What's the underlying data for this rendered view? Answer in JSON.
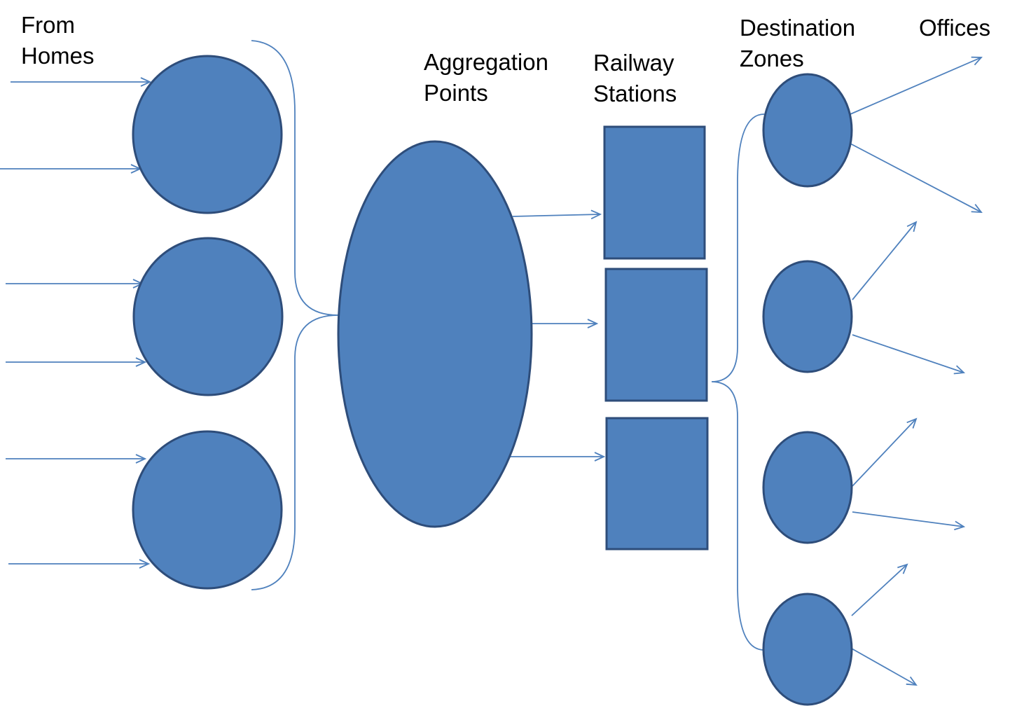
{
  "labels": {
    "from_homes_line1": "From",
    "from_homes_line2": "Homes",
    "aggregation_line1": "Aggregation",
    "aggregation_line2": "Points",
    "railway_line1": "Railway",
    "railway_line2": "Stations",
    "destination_line1": "Destination",
    "destination_line2": "Zones",
    "offices": "Offices"
  },
  "colors": {
    "node_fill": "#4f81bd",
    "node_stroke": "#2e4d7a",
    "line": "#4f81bd",
    "text": "#000000"
  }
}
